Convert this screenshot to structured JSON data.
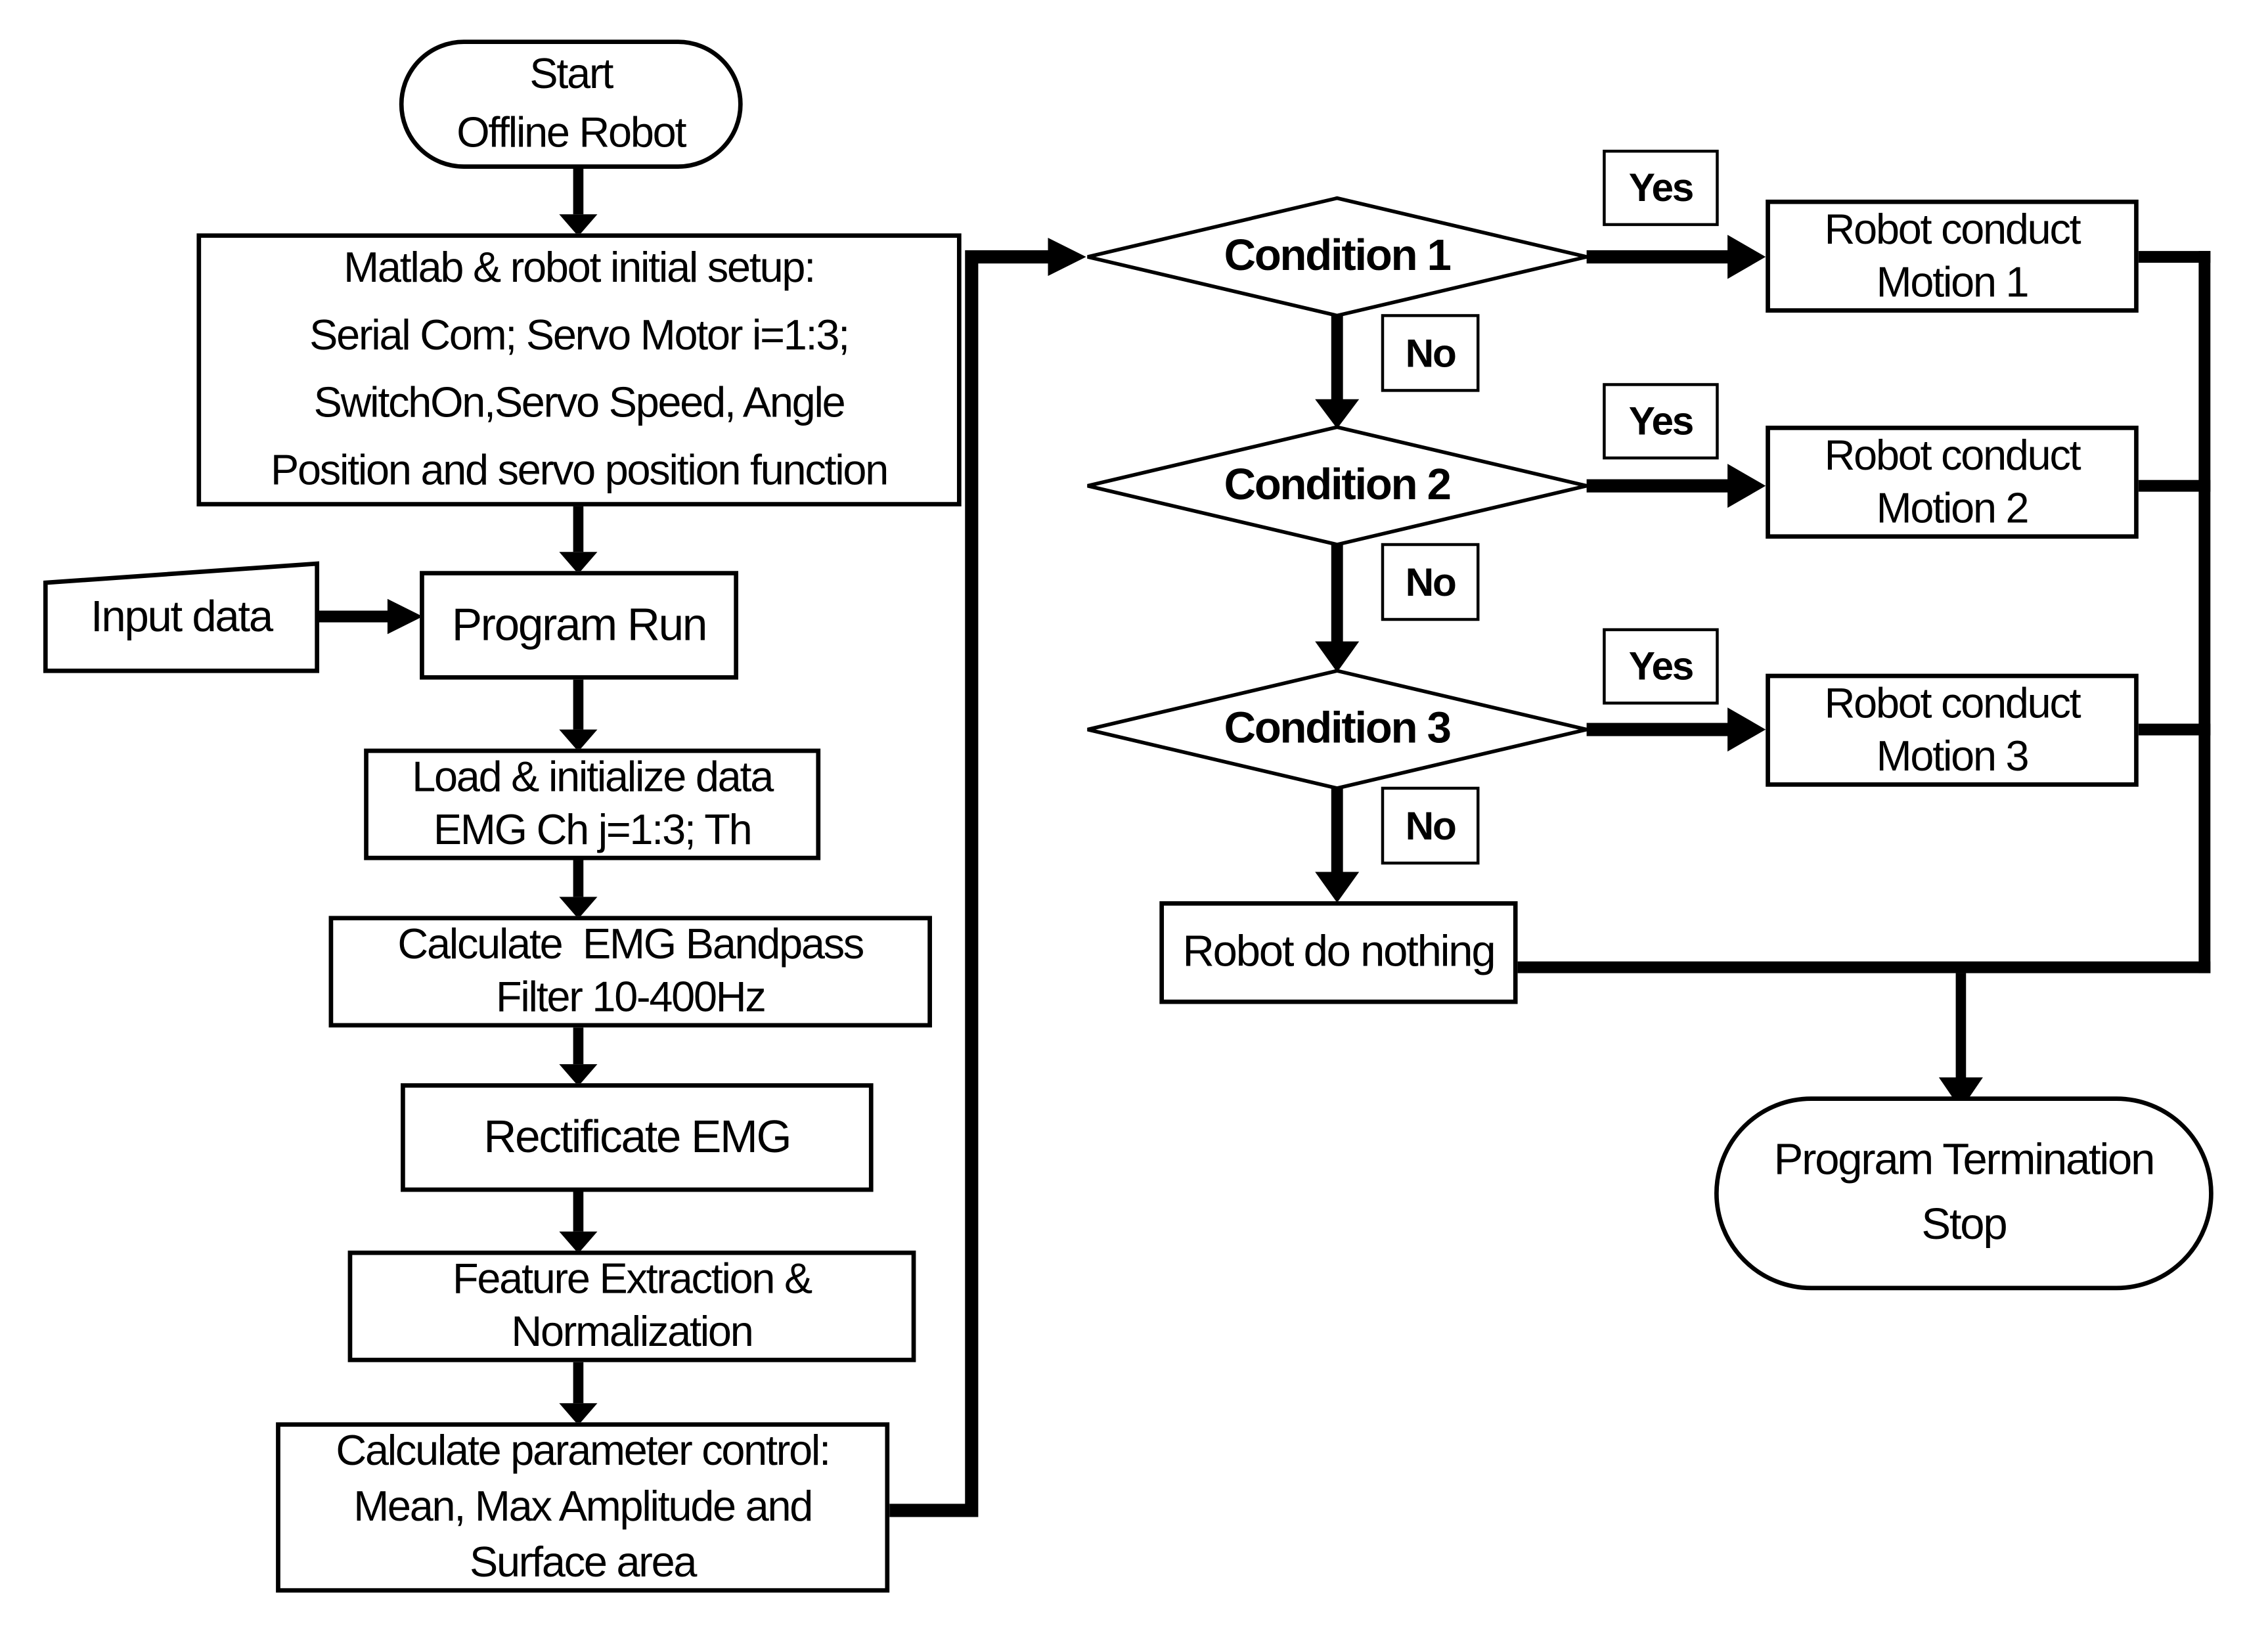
{
  "colors": {
    "stroke": "#000000",
    "fill": "#ffffff",
    "background": "#ffffff"
  },
  "nodes": {
    "start": {
      "lines": [
        "Start",
        "Offline Robot"
      ]
    },
    "setup": {
      "lines": [
        "Matlab & robot initial setup:",
        "Serial Com; Servo Motor i=1:3;",
        "SwitchOn,Servo Speed, Angle",
        "Position and servo position function"
      ]
    },
    "input_data": {
      "label": "Input data"
    },
    "program_run": {
      "label": "Program Run"
    },
    "load_init": {
      "lines": [
        "Load & initialize data",
        "EMG Ch j=1:3; Th"
      ]
    },
    "bandpass": {
      "lines": [
        "Calculate  EMG Bandpass",
        "Filter 10-400Hz"
      ]
    },
    "rectificate": {
      "label": "Rectificate EMG"
    },
    "feature": {
      "lines": [
        "Feature Extraction &",
        "Normalization"
      ]
    },
    "calc_param": {
      "lines": [
        "Calculate parameter control:",
        "Mean, Max Amplitude and",
        "Surface area"
      ]
    },
    "condition1": {
      "label": "Condition 1"
    },
    "condition2": {
      "label": "Condition 2"
    },
    "condition3": {
      "label": "Condition 3"
    },
    "motion1": {
      "lines": [
        "Robot conduct",
        "Motion 1"
      ]
    },
    "motion2": {
      "lines": [
        "Robot conduct",
        "Motion 2"
      ]
    },
    "motion3": {
      "lines": [
        "Robot conduct",
        "Motion 3"
      ]
    },
    "do_nothing": {
      "label": "Robot do nothing"
    },
    "termination": {
      "lines": [
        "Program Termination",
        "Stop"
      ]
    }
  },
  "edge_labels": {
    "condition1_yes": "Yes",
    "condition1_no": "No",
    "condition2_yes": "Yes",
    "condition2_no": "No",
    "condition3_yes": "Yes",
    "condition3_no": "No"
  }
}
